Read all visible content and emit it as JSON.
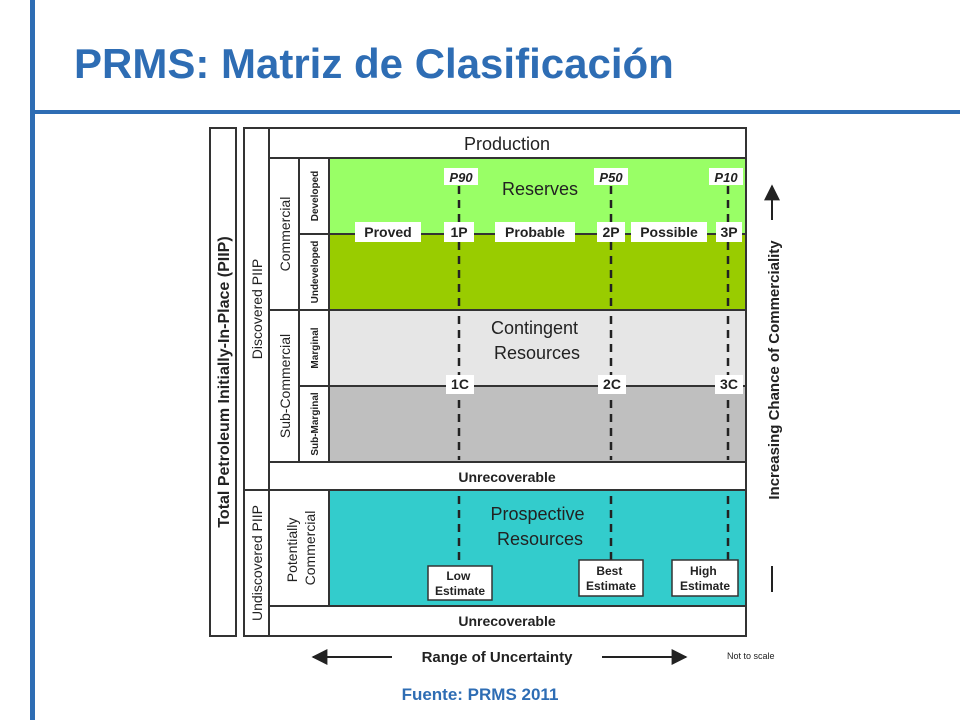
{
  "slide": {
    "title": "PRMS: Matriz de Clasificación",
    "source": "Fuente: PRMS 2011"
  },
  "colors": {
    "accent": "#2e6db4",
    "reserves_light": "#99ff66",
    "reserves_dark": "#99cc00",
    "contingent_light": "#e6e6e6",
    "contingent_dark": "#bfbfbf",
    "prospective": "#33cccc"
  },
  "diagram": {
    "production": "Production",
    "total_piip": "Total Petroleum Initially-In-Place (PIIP)",
    "discovered_piip": "Discovered PIIP",
    "undiscovered_piip": "Undiscovered PIIP",
    "commercial": "Commercial",
    "developed": "Developed",
    "undeveloped": "Undeveloped",
    "sub_commercial": "Sub-Commercial",
    "marginal": "Marginal",
    "sub_marginal": "Sub-Marginal",
    "potentially_commercial": [
      "Potentially",
      "Commercial"
    ],
    "reserves": "Reserves",
    "p90": "P90",
    "p50": "P50",
    "p10": "P10",
    "proved": "Proved",
    "p1": "1P",
    "probable": "Probable",
    "p2": "2P",
    "possible": "Possible",
    "p3": "3P",
    "contingent": [
      "Contingent",
      "Resources"
    ],
    "c1": "1C",
    "c2": "2C",
    "c3": "3C",
    "unrecoverable_1": "Unrecoverable",
    "prospective": [
      "Prospective",
      "Resources"
    ],
    "low_estimate": [
      "Low",
      "Estimate"
    ],
    "best_estimate": [
      "Best",
      "Estimate"
    ],
    "high_estimate": [
      "High",
      "Estimate"
    ],
    "unrecoverable_2": "Unrecoverable",
    "range_of_uncertainty": "Range of Uncertainty",
    "not_to_scale": "Not to scale",
    "increasing_chance": "Increasing Chance of Commerciality"
  }
}
